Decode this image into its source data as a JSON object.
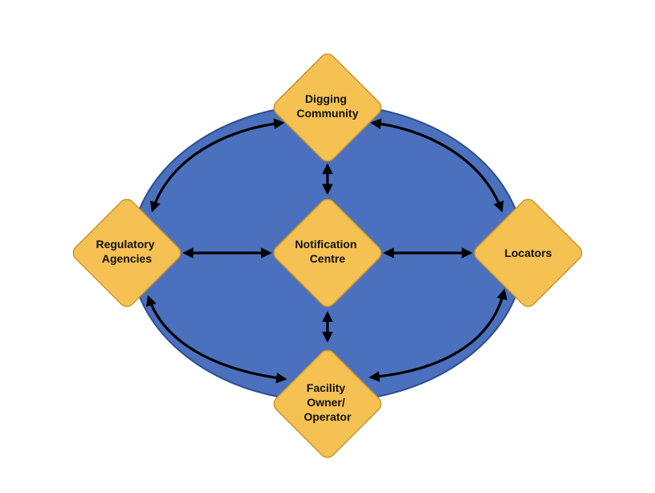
{
  "diagram": {
    "colors": {
      "ellipse_fill": "#4a70be",
      "ellipse_stroke": "#2f4f8f",
      "node_fill": "#f5c152",
      "node_stroke": "#c79a2c",
      "arrow": "#000000"
    },
    "nodes": {
      "digging": {
        "lines": [
          "Digging",
          "Community"
        ]
      },
      "regulatory": {
        "lines": [
          "Regulatory",
          "Agencies"
        ]
      },
      "notification": {
        "lines": [
          "Notification",
          "Centre"
        ]
      },
      "locators": {
        "lines": [
          "Locators"
        ]
      },
      "facility": {
        "lines": [
          "Facility",
          "Owner/",
          "Operator"
        ]
      }
    }
  }
}
